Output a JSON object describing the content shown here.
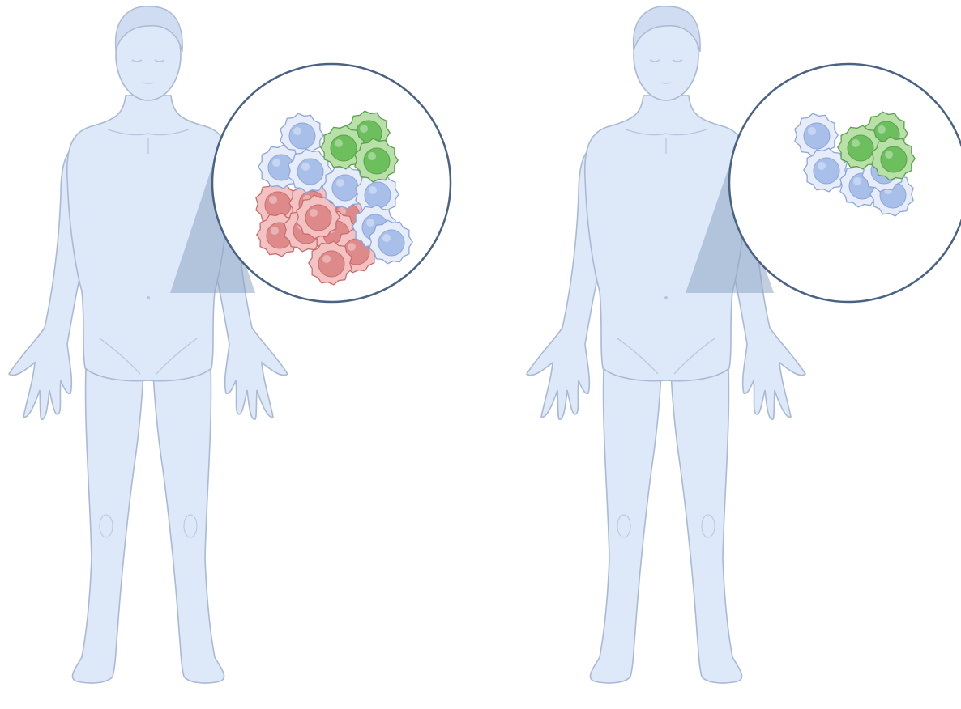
{
  "colors": {
    "background": "#ffffff",
    "body_fill": "#dde8f8",
    "body_outline": "#aab9d4",
    "body_detail": "#b7c6de",
    "magnifier_wedge": "#8ea6c4",
    "magnifier_ring": "#4a6283",
    "cell_blue_fill": "#a8bfea",
    "cell_blue_membrane": "#e6ecf8",
    "cell_blue_edge": "#8ea6d8",
    "cell_green_fill": "#6cbf5c",
    "cell_green_membrane": "#b8e0a8",
    "cell_green_edge": "#5aa24b",
    "cell_red_fill": "#df8a8a",
    "cell_red_membrane": "#f3c2c2",
    "cell_red_edge": "#c96d6d"
  },
  "panels": [
    {
      "id": "left",
      "cell_counts": {
        "blue": 7,
        "green": 3,
        "red": 9
      }
    },
    {
      "id": "right",
      "cell_counts": {
        "blue": 5,
        "green": 3,
        "red": 0
      }
    }
  ],
  "icons": {
    "figure": "human-figure-icon",
    "magnifier": "magnifier-circle-icon",
    "cell": "immune-cell-icon"
  }
}
